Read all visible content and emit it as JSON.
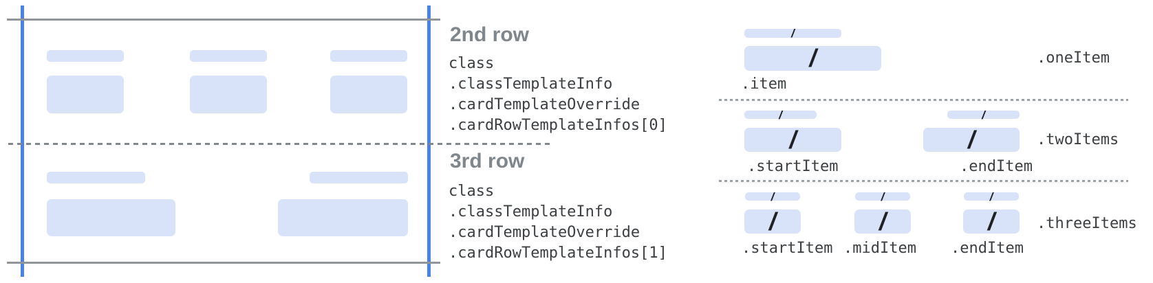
{
  "glyphs": {
    "slash": "/"
  },
  "colors": {
    "accent_blue": "#4b81e8",
    "bar_fill": "#d8e2f8",
    "guide_gray": "#90959a",
    "dash_gray": "#82878c",
    "heading_gray": "#7f868c",
    "code_text": "#3c4043",
    "slash_black": "#202124"
  },
  "card": {
    "annotations": [
      {
        "heading": "2nd row",
        "code_lines": [
          "class",
          ".classTemplateInfo",
          ".cardTemplateOverride",
          ".cardRowTemplateInfos[0]"
        ]
      },
      {
        "heading": "3rd row",
        "code_lines": [
          "class",
          ".classTemplateInfo",
          ".cardTemplateOverride",
          ".cardRowTemplateInfos[1]"
        ]
      }
    ]
  },
  "right_panel": {
    "sections": [
      {
        "type_label": ".oneItem",
        "item_labels": [
          ".item"
        ]
      },
      {
        "type_label": ".twoItems",
        "item_labels": [
          ".startItem",
          ".endItem"
        ]
      },
      {
        "type_label": ".threeItems",
        "item_labels": [
          ".startItem",
          ".midItem",
          ".endItem"
        ]
      }
    ]
  }
}
